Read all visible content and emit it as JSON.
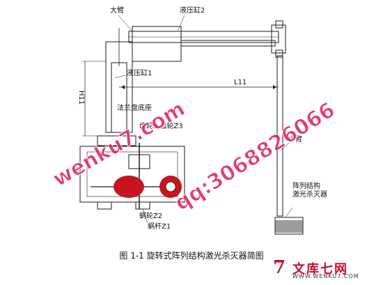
{
  "labels": {
    "big_arm": "大臂",
    "hydraulic_cyl_2": "液压缸2",
    "hydraulic_cyl_1": "液压缸1",
    "length_l11": "L11",
    "height_h11": "H11",
    "flange_mount": "法兰盘底座",
    "gear_z3": "齿轮3 齿轮Z3",
    "small_arm": "小臂",
    "array_extinguisher": "阵列结构\n激光杀灭器",
    "worm_gear_z2": "蜗轮Z2",
    "worm_z1": "蜗杆Z1"
  },
  "caption": "图 1-1 旋转式阵列结构激光杀灭器简图",
  "watermarks": {
    "site": "wenku7.com",
    "qq": "qq:3068826066"
  },
  "logo": {
    "mark": "7",
    "name": "文库七网",
    "url": "WWW.WENKU7.COM"
  },
  "colors": {
    "line": "#1a1a1a",
    "watermark": "#e0286a",
    "gear_red": "#c8141e",
    "logo_red": "#c8102e"
  }
}
